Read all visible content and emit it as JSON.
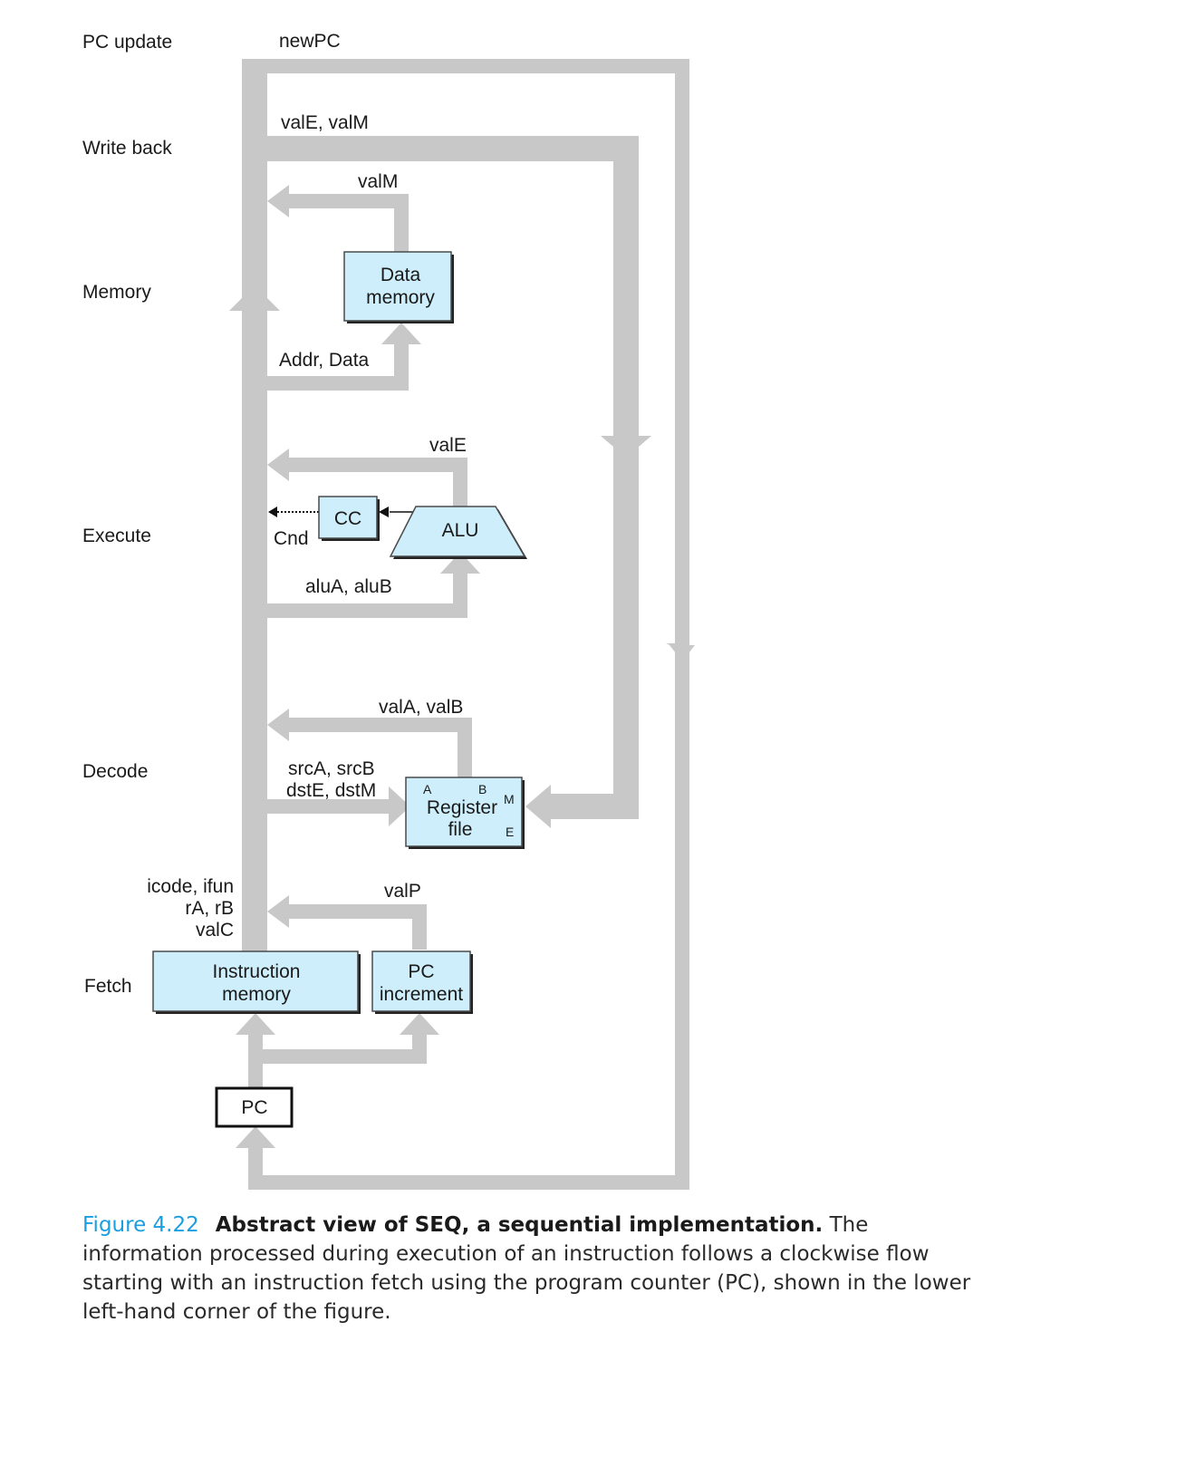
{
  "stages": {
    "pc_update": "PC update",
    "write_back": "Write back",
    "memory": "Memory",
    "execute": "Execute",
    "decode": "Decode",
    "fetch": "Fetch"
  },
  "signals": {
    "newpc": "newPC",
    "vale_valm": "valE, valM",
    "valm": "valM",
    "addr_data": "Addr, Data",
    "vale": "valE",
    "cnd": "Cnd",
    "alua_alub": "aluA, aluB",
    "vala_valb": "valA, valB",
    "srca_srcb": "srcA, srcB",
    "dste_dstm": "dstE, dstM",
    "icode_ifun": "icode, ifun",
    "ra_rb": "rA, rB",
    "valc": "valC",
    "valp": "valP"
  },
  "blocks": {
    "data_memory": [
      "Data",
      "memory"
    ],
    "cc": "CC",
    "alu": "ALU",
    "register_file": [
      "Register",
      "file"
    ],
    "register_ports": {
      "a": "A",
      "b": "B",
      "m": "M",
      "e": "E"
    },
    "instruction_memory": [
      "Instruction",
      "memory"
    ],
    "pc_increment": [
      "PC",
      "increment"
    ],
    "pc": "PC"
  },
  "caption": {
    "number": "Figure 4.22",
    "title": "Abstract view of SEQ, a sequential implementation.",
    "text": "The information processed during execution of an instruction follows a clockwise flow starting with an instruction fetch using the program counter (PC), shown in the lower left-hand corner of the figure."
  },
  "colors": {
    "bus": "#c8c8c8",
    "block_fill": "#cdeefa",
    "caption_number": "#1a9ee0"
  }
}
